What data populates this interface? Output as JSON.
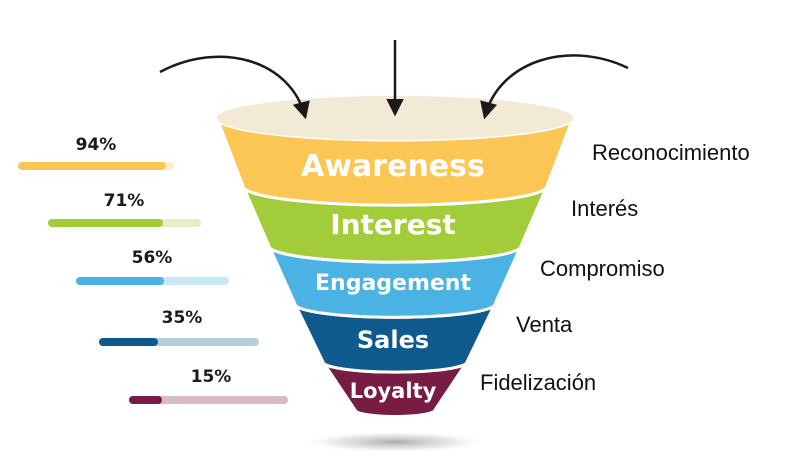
{
  "funnel": {
    "stages": [
      {
        "label": "Awareness",
        "side_label": "Reconocimiento",
        "color": "#fbc653",
        "percent_text": "94%",
        "percent": 94
      },
      {
        "label": "Interest",
        "side_label": "Interés",
        "color": "#a3cc3a",
        "percent_text": "71%",
        "percent": 71
      },
      {
        "label": "Engagement",
        "side_label": "Compromiso",
        "color": "#4ab3e3",
        "percent_text": "56%",
        "percent": 56
      },
      {
        "label": "Sales",
        "side_label": "Venta",
        "color": "#0e5a8c",
        "percent_text": "35%",
        "percent": 35
      },
      {
        "label": "Loyalty",
        "side_label": "Fidelización",
        "color": "#781c44",
        "percent_text": "15%",
        "percent": 15
      }
    ],
    "rim_color": "#f3ead6",
    "arrow_color": "#1a1a1a"
  }
}
